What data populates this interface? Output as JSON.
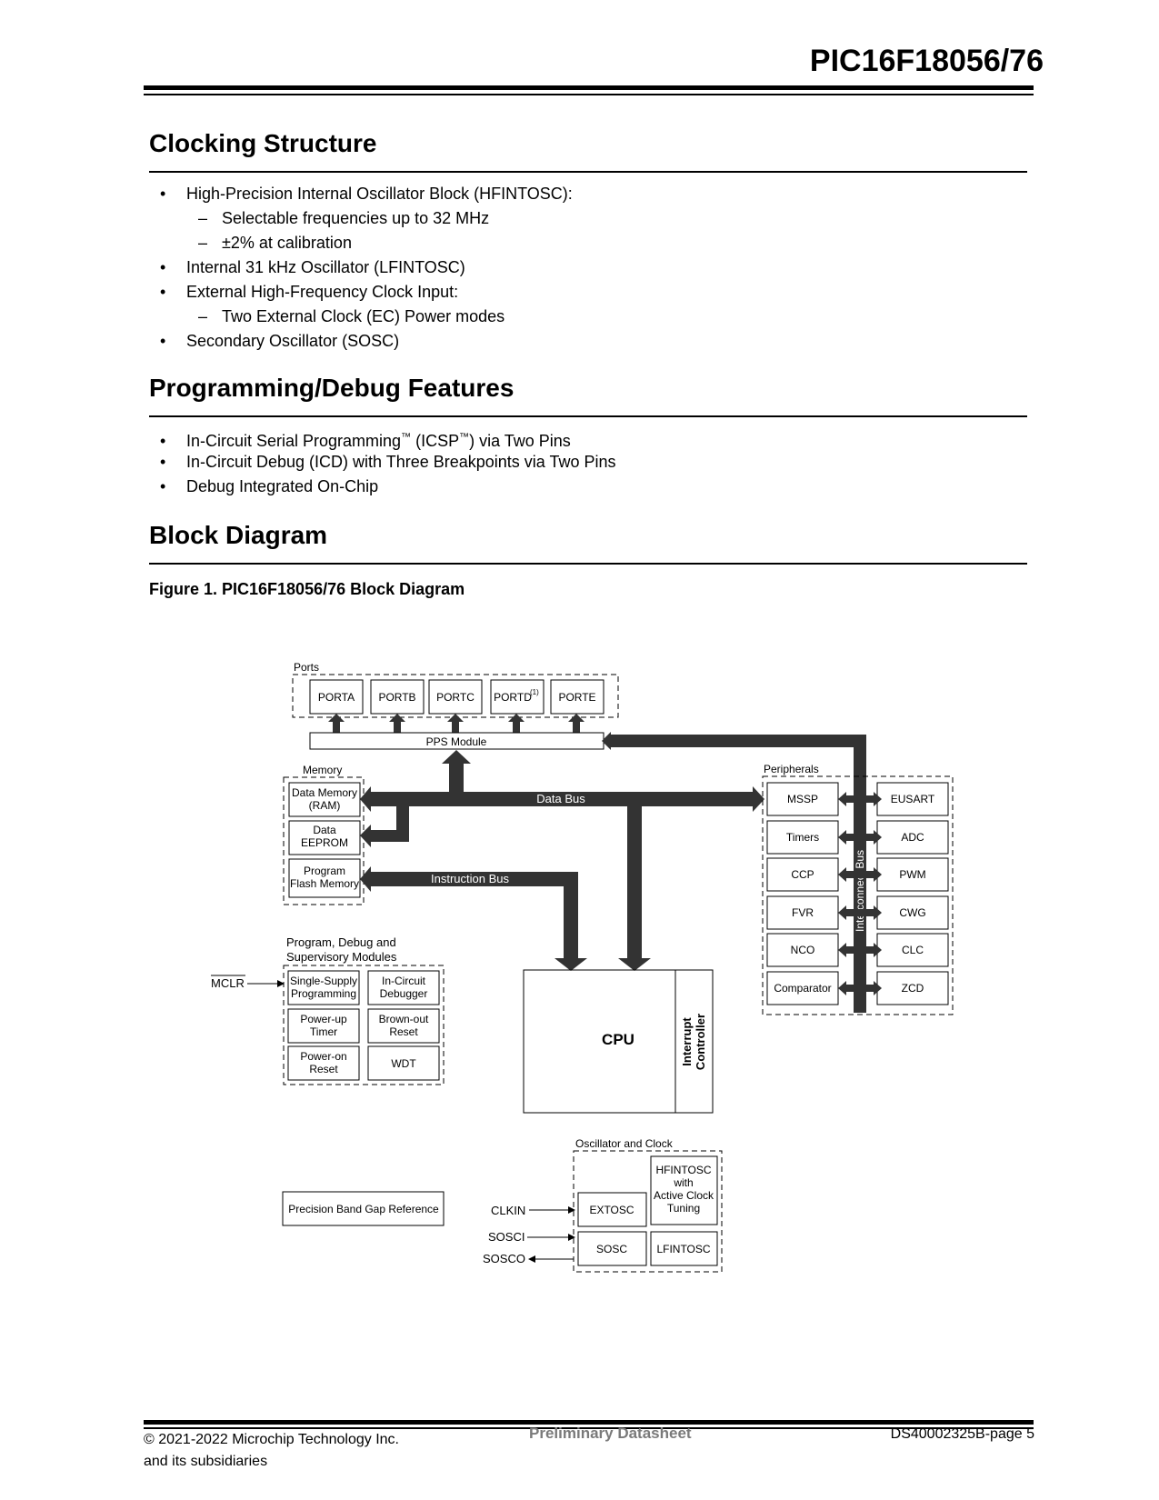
{
  "header": {
    "doc_title": "PIC16F18056/76"
  },
  "clocking": {
    "heading": "Clocking Structure",
    "items": [
      {
        "marker": "•",
        "text": "High-Precision Internal Oscillator Block (HFINTOSC):"
      },
      {
        "marker": "–",
        "text": "Selectable frequencies up to 32 MHz"
      },
      {
        "marker": "–",
        "text": "±2% at calibration"
      },
      {
        "marker": "•",
        "text": "Internal 31 kHz Oscillator (LFINTOSC)"
      },
      {
        "marker": "•",
        "text": "External High-Frequency Clock Input:"
      },
      {
        "marker": "–",
        "text": "Two External Clock (EC) Power modes"
      },
      {
        "marker": "•",
        "text": "Secondary Oscillator (SOSC)"
      }
    ]
  },
  "debug": {
    "heading": "Programming/Debug Features",
    "items": [
      {
        "marker": "•",
        "text_a": "In-Circuit Serial Programming",
        "tm1": "™",
        "text_b": " (ICSP",
        "tm2": "™",
        "text_c": ") via Two Pins"
      },
      {
        "marker": "•",
        "text": "In-Circuit Debug (ICD) with Three Breakpoints via Two Pins"
      },
      {
        "marker": "•",
        "text": "Debug Integrated On-Chip"
      }
    ]
  },
  "block": {
    "heading": "Block Diagram",
    "figure_caption": "Figure 1. PIC16F18056/76 Block Diagram"
  },
  "diagram": {
    "ports_label": "Ports",
    "ports": [
      "PORTA",
      "PORTB",
      "PORTC",
      "PORTD",
      "PORTE"
    ],
    "portd_note": "(1)",
    "pps": "PPS Module",
    "memory_label": "Memory",
    "data_memory": [
      "Data Memory",
      "(RAM)"
    ],
    "data_eeprom": [
      "Data",
      "EEPROM"
    ],
    "program_flash": [
      "Program",
      "Flash Memory"
    ],
    "data_bus": "Data Bus",
    "instruction_bus": "Instruction Bus",
    "peripherals_label": "Peripherals",
    "periph_left": [
      "MSSP",
      "Timers",
      "CCP",
      "FVR",
      "NCO",
      "Comparator"
    ],
    "periph_right": [
      "EUSART",
      "ADC",
      "PWM",
      "CWG",
      "CLC",
      "ZCD"
    ],
    "interconnect": "Interconnect Bus",
    "pds_label": [
      "Program, Debug and",
      "Supervisory Modules"
    ],
    "mclr": "MCLR",
    "single_supply": [
      "Single-Supply",
      "Programming"
    ],
    "icd": [
      "In-Circuit",
      "Debugger"
    ],
    "pwrt": [
      "Power-up",
      "Timer"
    ],
    "bor": [
      "Brown-out",
      "Reset"
    ],
    "por": [
      "Power-on",
      "Reset"
    ],
    "wdt": "WDT",
    "cpu": "CPU",
    "int_ctrl": [
      "Interrupt",
      "Controller"
    ],
    "osc_label": "Oscillator and Clock",
    "hfintosc": [
      "HFINTOSC",
      "with",
      "Active Clock",
      "Tuning"
    ],
    "extosc": "EXTOSC",
    "sosc": "SOSC",
    "lfintosc": "LFINTOSC",
    "clkin": "CLKIN",
    "sosci": "SOSCI",
    "sosco": "SOSCO",
    "bandgap": "Precision Band Gap Reference"
  },
  "footer": {
    "copyright": "© 2021-2022 Microchip Technology Inc.",
    "subsidiaries": "and its subsidiaries",
    "center": "Preliminary Datasheet",
    "page": "DS40002325B-page 5"
  }
}
